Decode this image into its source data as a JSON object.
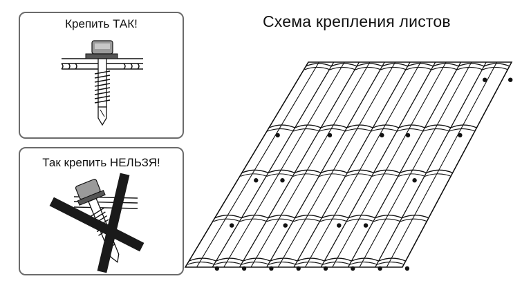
{
  "panels": {
    "ok": {
      "title": "Крепить ТАК!"
    },
    "bad": {
      "title": "Так крепить НЕЛЬЗЯ!"
    }
  },
  "scheme": {
    "title": "Схема крепления листов"
  },
  "icons": {
    "correct_screw": "self-tapping-screw-straight-icon",
    "wrong_screw": "self-tapping-screw-tilted-crossed-icon",
    "roof": "metal-tile-sheet-icon"
  },
  "colors": {
    "border": "#6b6b6b",
    "line": "#111111",
    "screw_head": "#8a8a8a"
  }
}
